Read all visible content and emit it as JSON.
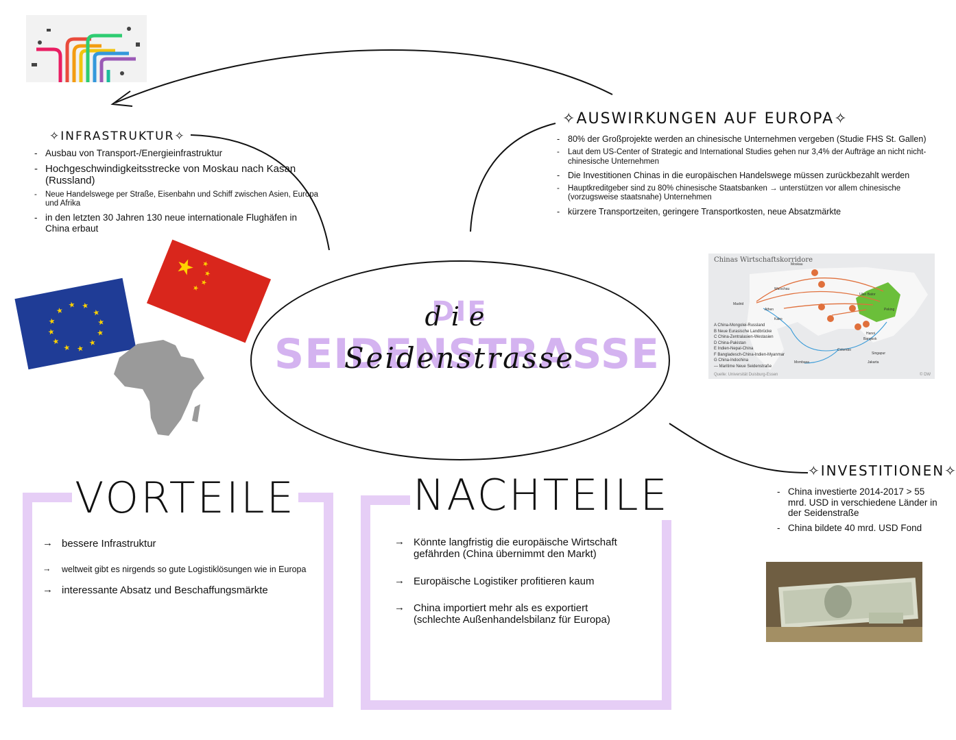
{
  "title": {
    "line1": "die",
    "line2": "Seidenstrasse",
    "bg_line1": "DIE",
    "bg_line2": "SEIDENSTRASSE"
  },
  "infrastruktur": {
    "heading": "INFRASTRUKTUR",
    "items": [
      "Ausbau von Transport-/Energieinfrastruktur",
      "Hochgeschwindigkeitsstrecke von Moskau nach Kasan (Russland)",
      "Neue Handelswege per Straße, Eisenbahn und Schiff zwischen Asien, Europa und Afrika",
      "in den letzten 30 Jahren 130 neue internationale Flughäfen in China erbaut"
    ]
  },
  "auswirkungen": {
    "heading": "AUSWIRKUNGEN AUF EUROPA",
    "items": [
      "80% der Großprojekte werden an chinesische Unternehmen vergeben (Studie FHS St. Gallen)",
      "Laut dem US-Center of Strategic and International Studies gehen nur 3,4% der Aufträge an nicht nicht-chinesische Unternehmen",
      "Die Investitionen Chinas in die europäischen Handelswege müssen zurückbezahlt werden",
      "Hauptkreditgeber sind zu 80% chinesische Staatsbanken → unterstützen vor allem chinesische (vorzugsweise staatsnahe) Unternehmen",
      "kürzere Transportzeiten, geringere Transportkosten, neue Absatzmärkte"
    ]
  },
  "investitionen": {
    "heading": "INVESTITIONEN",
    "items": [
      "China investierte 2014-2017 > 55 mrd. USD in verschiedene Länder in der Seidenstraße",
      "China bildete 40 mrd. USD Fond"
    ]
  },
  "vorteile": {
    "heading": "VORTEILE",
    "items": [
      "bessere Infrastruktur",
      "weltweit gibt es nirgends so gute Logistiklösungen wie in Europa",
      "interessante Absatz und Beschaffungsmärkte"
    ]
  },
  "nachteile": {
    "heading": "NACHTEILE",
    "items": [
      "Könnte langfristig die europäische Wirtschaft gefährden (China übernimmt den Markt)",
      "Europäische Logistiker profitieren kaum",
      "China importiert mehr als es exportiert (schlechte Außenhandelsbilanz für Europa)"
    ]
  },
  "map": {
    "title": "Chinas Wirtschaftskorridore",
    "legend": [
      "A  China-Mongolei-Russland",
      "B  Neue Eurasische Landbrücke",
      "C  China-Zentralasien-Westasien",
      "D  China-Pakistan",
      "E  Indien-Nepal-China",
      "F  Bangladesch-China-Indien-Myanmar",
      "G  China-Indochina",
      "—  Maritime Neue Seidenstraße"
    ],
    "source": "Quelle: Universität Duisburg-Essen",
    "credit": "© DW",
    "cities": [
      "Moskau",
      "Warschau",
      "Madrid",
      "Athen",
      "Kairo",
      "Ulan Bator",
      "Peking",
      "Mombasa",
      "Colombo",
      "Jakarta",
      "Singapur",
      "Bangkok",
      "Hanoi"
    ]
  },
  "colors": {
    "lavender": "#e6cef6",
    "title_purple": "#d4b3f0",
    "eu_blue": "#1f3c96",
    "eu_star": "#ffd200",
    "china_red": "#d9261c",
    "china_star": "#ffd200",
    "africa_gray": "#9a9a9a"
  },
  "icons": [
    "logistics-graphic-icon",
    "eu-flag-icon",
    "china-flag-icon",
    "africa-map-icon",
    "money-stack-icon"
  ]
}
